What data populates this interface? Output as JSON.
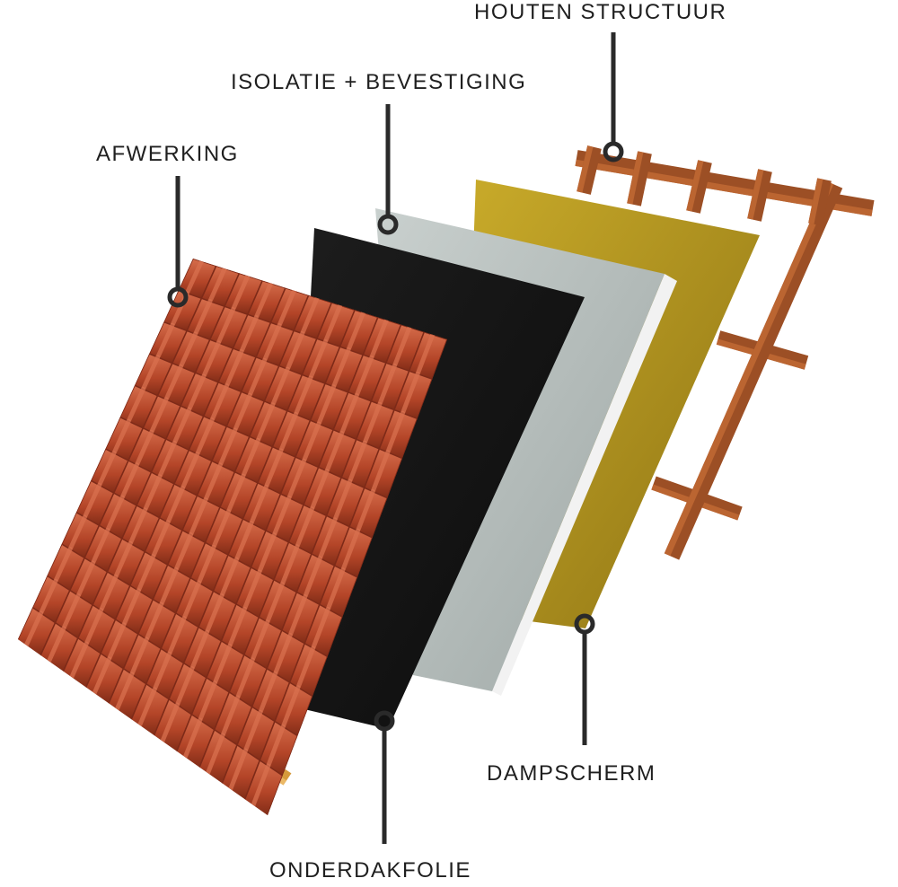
{
  "labels": {
    "houten_structuur": "HOUTEN STRUCTUUR",
    "isolatie": "ISOLATIE + BEVESTIGING",
    "afwerking": "AFWERKING",
    "dampscherm": "DAMPSCHERM",
    "onderdakfolie": "ONDERDAKFOLIE"
  },
  "colors": {
    "tile": "#b84a30",
    "tile_highlight": "#d9714f",
    "tile_shadow": "#7d2a18",
    "membrane": "#161616",
    "insulation": "#c5ccca",
    "insulation_edge": "#f2f2f2",
    "vapour_screen": "#b69a22",
    "wood": "#9c4f25",
    "wood_light": "#c36a35",
    "batten": "#d59a3c",
    "callout": "#2a2a2a"
  }
}
